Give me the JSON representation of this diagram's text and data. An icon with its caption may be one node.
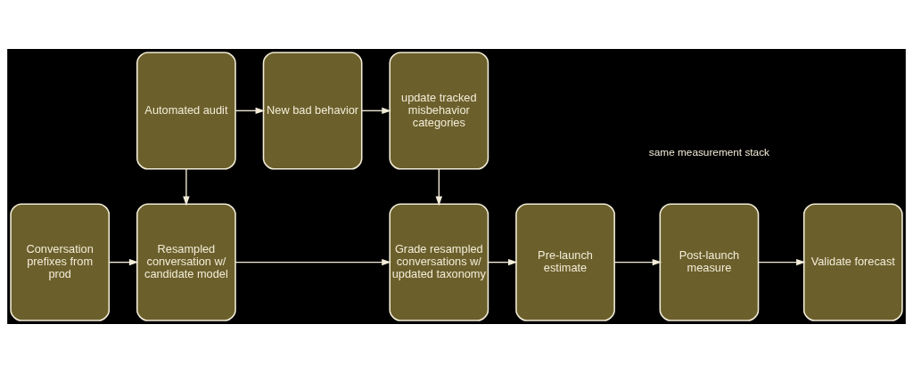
{
  "diagram": {
    "nodes": [
      {
        "text": [
          "Automated audit"
        ]
      },
      {
        "text": [
          "New bad behavior"
        ]
      },
      {
        "text": [
          "update tracked misbehavior categories"
        ]
      },
      {
        "text": [
          "Conversation prefixes from prod"
        ]
      },
      {
        "text": [
          "Resampled conversation w/ candidate model"
        ]
      },
      {
        "text": [
          "Grade resampled conversations w/ updated taxonomy"
        ]
      },
      {
        "text": [
          "Pre-launch estimate"
        ]
      },
      {
        "text": [
          "Post-launch measure"
        ]
      },
      {
        "text": [
          "Validate forecast"
        ]
      }
    ],
    "edges": [
      {
        "from": 0,
        "to": 1,
        "arrow": "to"
      },
      {
        "from": 1,
        "to": 2,
        "arrow": "to"
      },
      {
        "from": 0,
        "to": 4,
        "arrow": "to"
      },
      {
        "from": 2,
        "to": 5,
        "arrow": "to"
      },
      {
        "from": 3,
        "to": 4,
        "arrow": "to"
      },
      {
        "from": 4,
        "to": 5,
        "arrow": "to"
      },
      {
        "from": 5,
        "to": 6,
        "arrow": "to"
      },
      {
        "from": 6,
        "to": 7,
        "arrow": "to"
      },
      {
        "from": 7,
        "to": 8,
        "arrow": "to"
      }
    ],
    "labels": [
      "same measurement stack"
    ]
  }
}
